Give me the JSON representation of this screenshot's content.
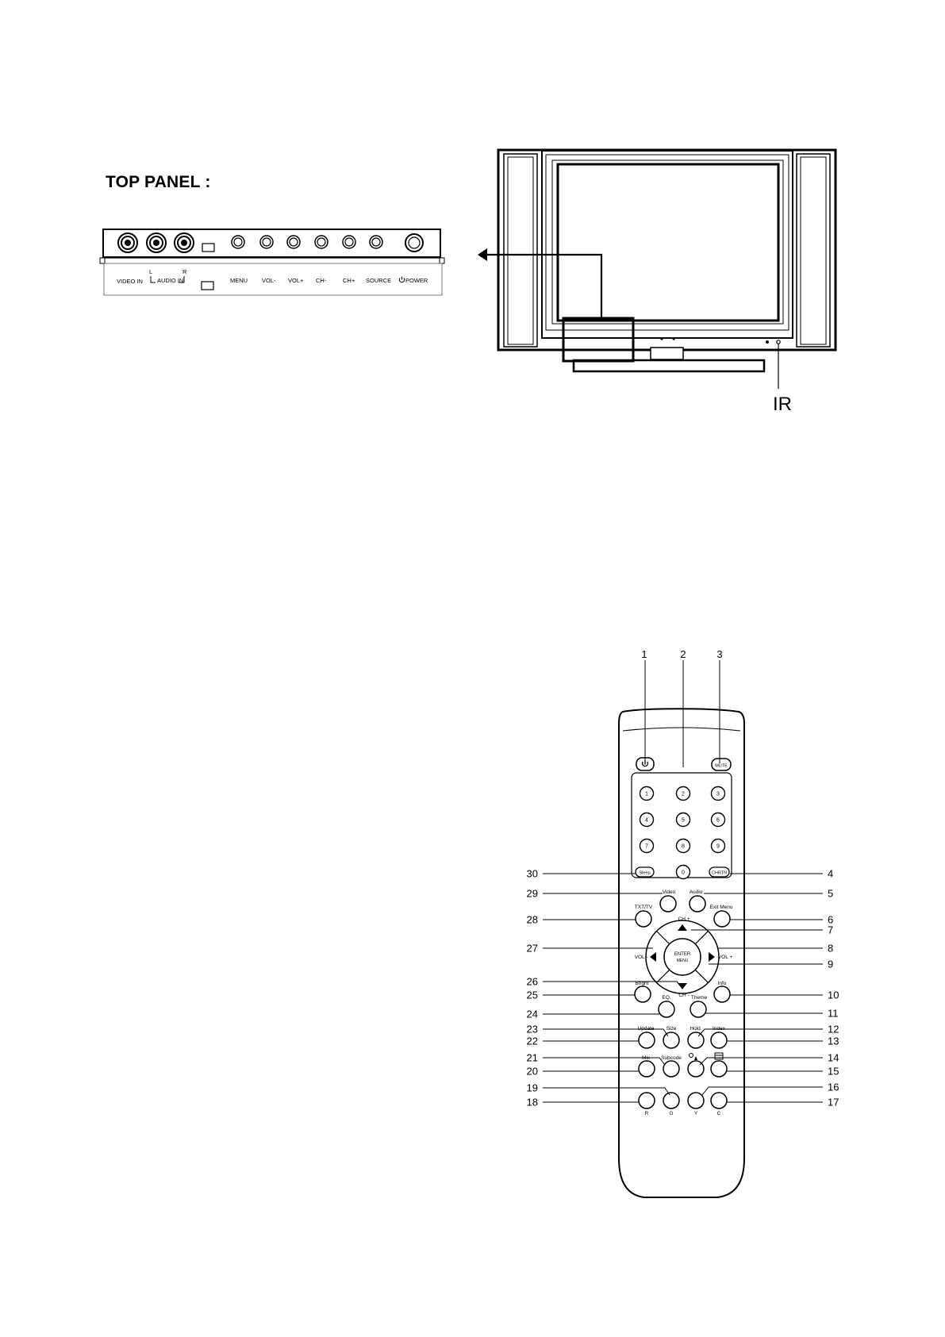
{
  "top_panel": {
    "heading": "TOP PANEL :",
    "labels": {
      "video_in": "VIDEO IN",
      "audio_in": "AUDIO IN",
      "audio_l": "L",
      "audio_r": "R",
      "menu": "MENU",
      "vol_minus": "VOL-",
      "vol_plus": "VOL+",
      "ch_minus": "CH-",
      "ch_plus": "CH+",
      "source": "SOURCE",
      "power": "POWER"
    }
  },
  "tv": {
    "ir_label": "IR"
  },
  "remote": {
    "keys": {
      "mute": "MUTE",
      "digits": [
        "1",
        "2",
        "3",
        "4",
        "5",
        "6",
        "7",
        "8",
        "9",
        "0"
      ],
      "sleep": "Sleep",
      "chrtn": "CHRTN",
      "video": "Video",
      "audio": "Audio",
      "txt_tv": "TXT/TV",
      "exit_menu": "Exit Menu",
      "ch_plus": "CH +",
      "ch_minus": "CH -",
      "vol_minus": "VOL -",
      "vol_plus": "VOL +",
      "enter": "ENTER",
      "menu": "MENU",
      "bright": "Bright",
      "info": "Info",
      "eq": "EQ.",
      "theme": "Theme",
      "update": "Update",
      "size": "Size",
      "hold": "Hold",
      "index": "Index",
      "mix": "Mix",
      "subcode": "Subcode",
      "r": "R",
      "g": "G",
      "y": "Y",
      "c": "C"
    },
    "callouts": {
      "top": [
        "1",
        "2",
        "3"
      ],
      "left": [
        "30",
        "29",
        "28",
        "27",
        "26",
        "25",
        "24",
        "23",
        "22",
        "21",
        "20",
        "19",
        "18"
      ],
      "right": [
        "4",
        "5",
        "6",
        "7",
        "8",
        "9",
        "10",
        "11",
        "12",
        "13",
        "14",
        "15",
        "16",
        "17"
      ]
    }
  }
}
